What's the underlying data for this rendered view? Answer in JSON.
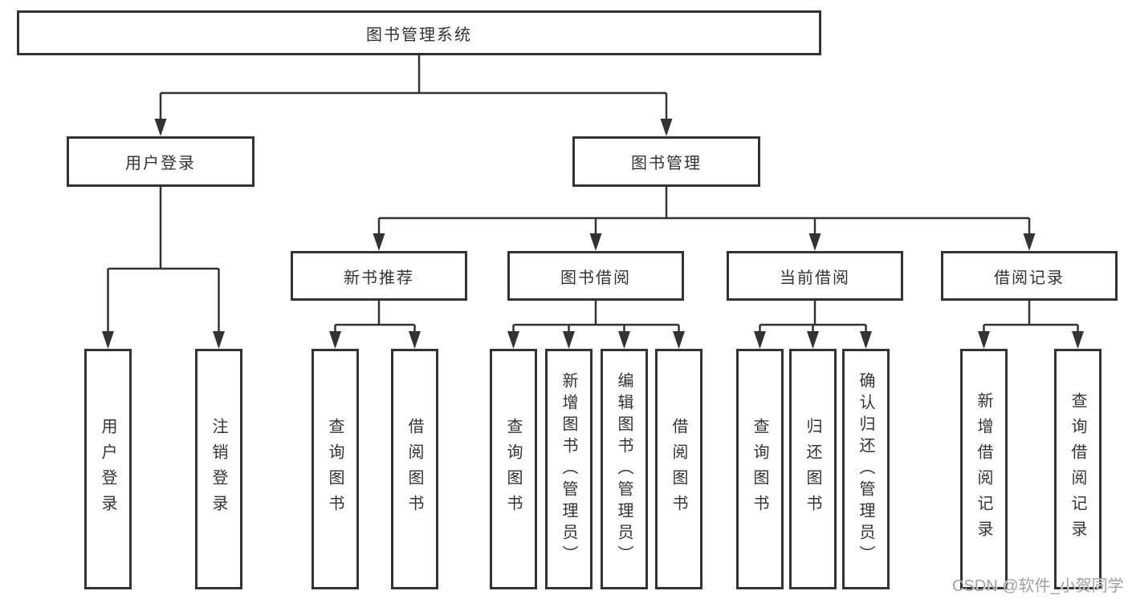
{
  "diagram_type": "hierarchy-tree",
  "colors": {
    "line": "#333333",
    "border": "#333333",
    "text": "#333333",
    "background": "#ffffff",
    "watermark": "#a0a0a0"
  },
  "tree": {
    "label": "图书管理系统",
    "children": [
      {
        "label": "用户登录",
        "children": [
          {
            "label": "用户登录"
          },
          {
            "label": "注销登录"
          }
        ]
      },
      {
        "label": "图书管理",
        "children": [
          {
            "label": "新书推荐",
            "children": [
              {
                "label": "查询图书"
              },
              {
                "label": "借阅图书"
              }
            ]
          },
          {
            "label": "图书借阅",
            "children": [
              {
                "label": "查询图书"
              },
              {
                "label": "新增图书（管理员）"
              },
              {
                "label": "编辑图书（管理员）"
              },
              {
                "label": "借阅图书"
              }
            ]
          },
          {
            "label": "当前借阅",
            "children": [
              {
                "label": "查询图书"
              },
              {
                "label": "归还图书"
              },
              {
                "label": "确认归还（管理员）"
              }
            ]
          },
          {
            "label": "借阅记录",
            "children": [
              {
                "label": "新增借阅记录"
              },
              {
                "label": "查询借阅记录"
              }
            ]
          }
        ]
      }
    ]
  },
  "watermark": {
    "text": "CSDN @软件_小贺同学"
  }
}
